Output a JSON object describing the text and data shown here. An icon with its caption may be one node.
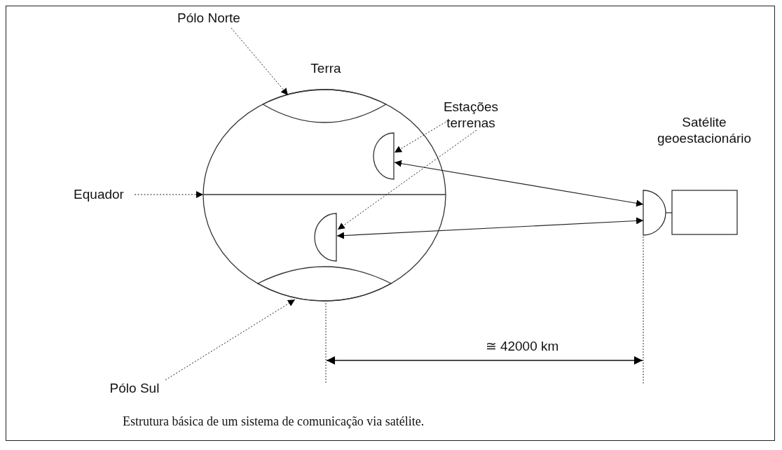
{
  "diagram": {
    "caption": "Estrutura básica de um sistema de comunicação via satélite.",
    "nodes": [
      {
        "text": [
          "Pólo Norte"
        ]
      },
      {
        "text": [
          "Estações terrenas"
        ]
      },
      {
        "text": [
          "Equador"
        ]
      },
      {
        "text": [
          "Pólo Sul"
        ]
      },
      {
        "text": [],
        "shape": "circle"
      },
      {
        "text": [],
        "shape": "segment",
        "in": 4
      },
      {
        "text": [],
        "shape": "semicircle",
        "in": 4
      },
      {
        "text": [],
        "shape": "line",
        "in": 4
      },
      {
        "text": [],
        "shape": "semicircle",
        "in": 4
      },
      {
        "text": [],
        "shape": "segment",
        "in": 4
      },
      {
        "text": [],
        "shape": "semicircle"
      },
      {
        "text": [],
        "shape": "box"
      }
    ],
    "edges": [
      {
        "from": 0,
        "to": 5,
        "arrow": "to",
        "style": "dashed"
      },
      {
        "from": 1,
        "to": 6,
        "arrow": "to",
        "style": "dashed"
      },
      {
        "from": 1,
        "to": 8,
        "arrow": "to",
        "style": "dashed"
      },
      {
        "from": 2,
        "to": 7,
        "arrow": "to",
        "style": "dashed"
      },
      {
        "from": 3,
        "to": 9,
        "arrow": "to",
        "style": "dashed"
      },
      {
        "from": 10,
        "to": 6,
        "arrow": "both"
      },
      {
        "from": 10,
        "to": 8,
        "arrow": "both"
      },
      {
        "from": 10,
        "to": 11,
        "arrow": "none"
      }
    ],
    "labels": [
      "Terra",
      "Satélite geoestacionário",
      "≅ 42000 km"
    ]
  }
}
